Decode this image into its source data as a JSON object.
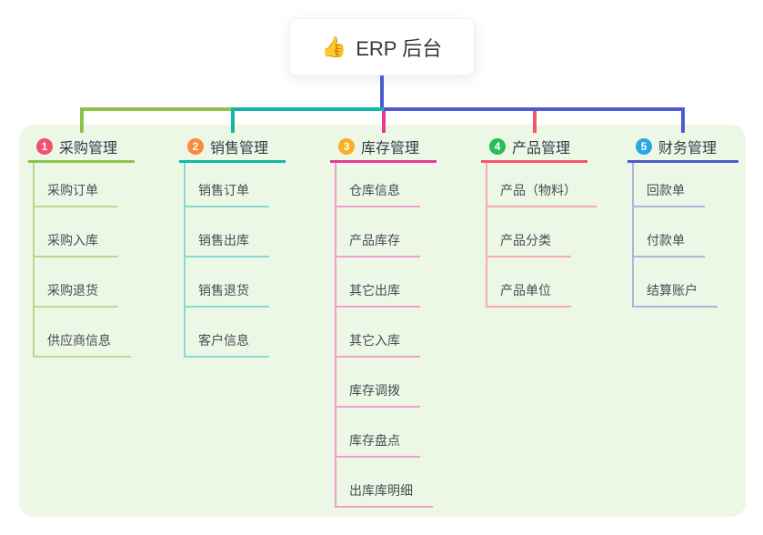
{
  "root": {
    "icon": "👍",
    "icon_name": "thumbs-up-icon",
    "title": "ERP 后台"
  },
  "panel_color": "#edf7e6",
  "connector_color": "#4c5bd0",
  "branches": [
    {
      "badge": "1",
      "title": "采购管理",
      "color": "#8fc24b",
      "light_color": "#b9db90",
      "badge_color": "#f4506c",
      "children": [
        "采购订单",
        "采购入库",
        "采购退货",
        "供应商信息"
      ]
    },
    {
      "badge": "2",
      "title": "销售管理",
      "color": "#12b7a8",
      "light_color": "#86d9d0",
      "badge_color": "#fa8b3d",
      "children": [
        "销售订单",
        "销售出库",
        "销售退货",
        "客户信息"
      ]
    },
    {
      "badge": "3",
      "title": "库存管理",
      "color": "#e6399b",
      "light_color": "#f0a0cb",
      "badge_color": "#f9af20",
      "children": [
        "仓库信息",
        "产品库存",
        "其它出库",
        "其它入库",
        "库存调拨",
        "库存盘点",
        "出库库明细"
      ]
    },
    {
      "badge": "4",
      "title": "产品管理",
      "color": "#f4566b",
      "light_color": "#f9abb1",
      "badge_color": "#27bd58",
      "children": [
        "产品（物料）",
        "产品分类",
        "产品单位"
      ]
    },
    {
      "badge": "5",
      "title": "财务管理",
      "color": "#4c5bd0",
      "light_color": "#a9b6e2",
      "badge_color": "#2ba6e2",
      "children": [
        "回款单",
        "付款单",
        "结算账户"
      ]
    }
  ]
}
